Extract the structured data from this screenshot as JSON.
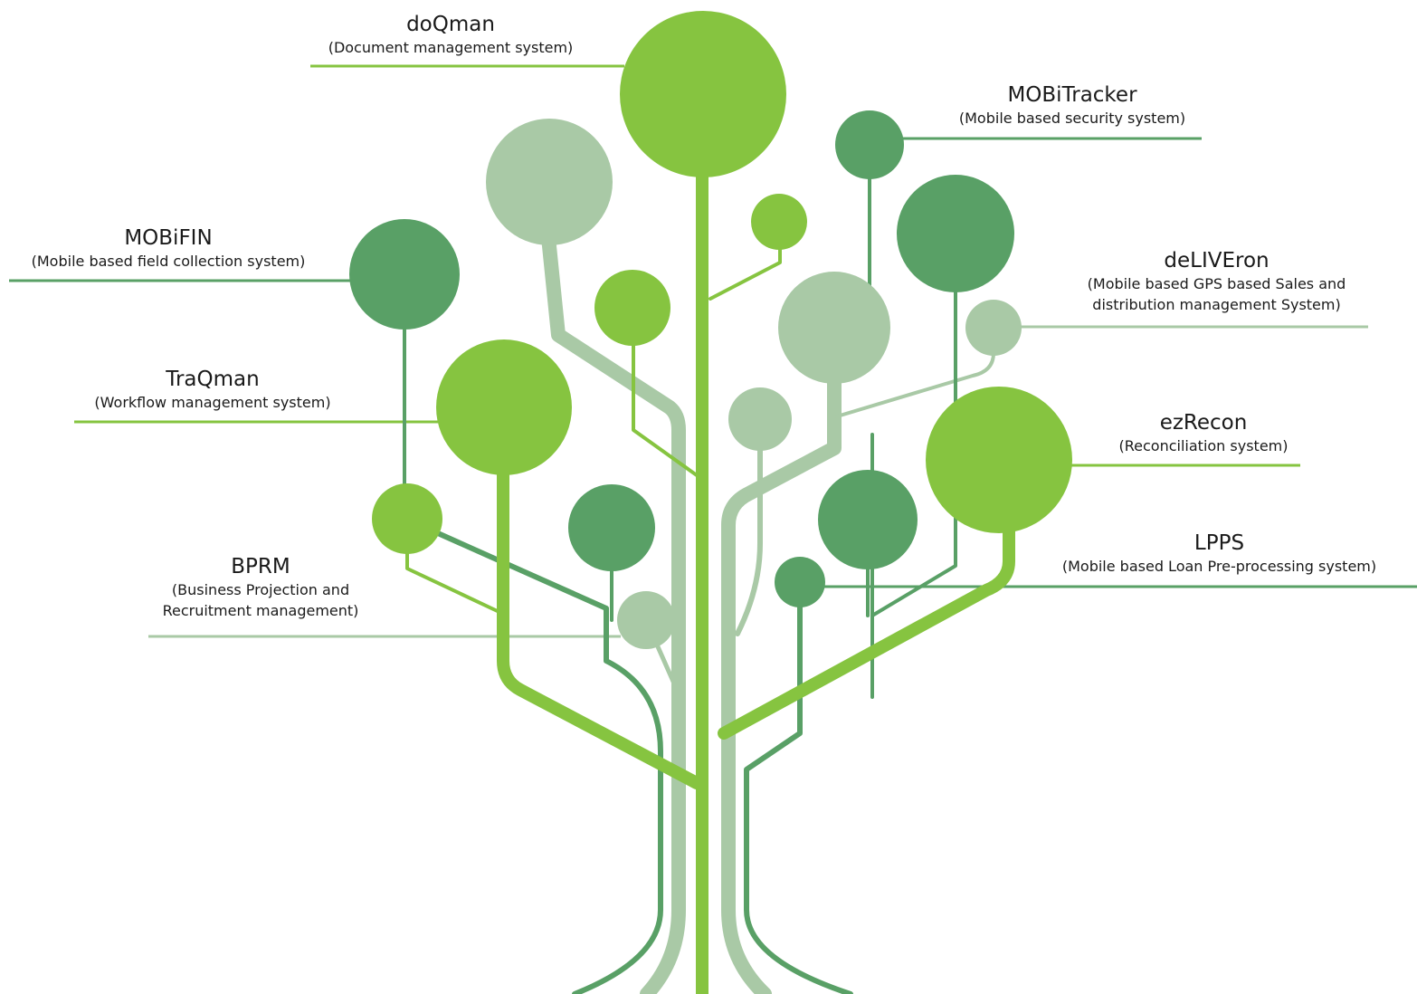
{
  "products": [
    {
      "key": "doqman",
      "name": "doQman",
      "desc": [
        "(Document management system)"
      ]
    },
    {
      "key": "mobitracker",
      "name": "MOBiTracker",
      "desc": [
        "(Mobile based security system)"
      ]
    },
    {
      "key": "mobifin",
      "name": "MOBiFIN",
      "desc": [
        "(Mobile based field collection system)"
      ]
    },
    {
      "key": "deliveron",
      "name": "deLIVEron",
      "desc": [
        "(Mobile based GPS based Sales and",
        "distribution management System)"
      ]
    },
    {
      "key": "traqman",
      "name": "TraQman",
      "desc": [
        "(Workflow management system)"
      ]
    },
    {
      "key": "ezrecon",
      "name": "ezRecon",
      "desc": [
        "(Reconciliation system)"
      ]
    },
    {
      "key": "bprm",
      "name": "BPRM",
      "desc": [
        "(Business Projection and",
        "Recruitment management)"
      ]
    },
    {
      "key": "lpps",
      "name": "LPPS",
      "desc": [
        "(Mobile based Loan Pre-processing system)"
      ]
    }
  ],
  "colors": {
    "lime": "#86c440",
    "green": "#59a066",
    "sage": "#a9c9a6",
    "text": "#1a1a1a",
    "background": "#ffffff"
  }
}
